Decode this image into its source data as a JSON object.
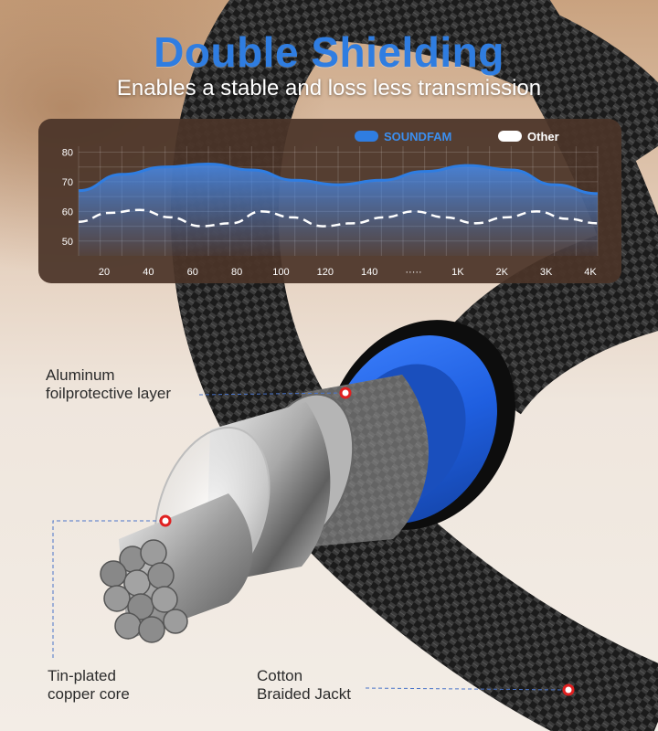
{
  "header": {
    "title": "Double Shielding",
    "subtitle": "Enables a stable and loss less transmission"
  },
  "colors": {
    "accent_blue": "#2f7de1",
    "panel": "#4a3428",
    "cable_dark": "#1a1a1a",
    "ring_blue": "#1f5fe0",
    "marker_red": "#e02020"
  },
  "chart_data": {
    "type": "area",
    "categories": [
      "20",
      "40",
      "60",
      "80",
      "100",
      "120",
      "140",
      "·····",
      "1K",
      "2K",
      "3K",
      "4K"
    ],
    "yticks": [
      "80",
      "70",
      "60",
      "50"
    ],
    "ylim": [
      45,
      82
    ],
    "grid": true,
    "legend_position": "top-right",
    "series": [
      {
        "name": "SOUNDFAM",
        "color": "#2f7de1",
        "style": "filled-area",
        "values": [
          67,
          72.5,
          75,
          76,
          74,
          70.5,
          69,
          70.5,
          73.5,
          75.5,
          74,
          69,
          66
        ]
      },
      {
        "name": "Other",
        "color": "#ffffff",
        "style": "dashed-line",
        "values": [
          56.5,
          59.5,
          60.5,
          58,
          55,
          56,
          60,
          58,
          55,
          56,
          58,
          60,
          58,
          56,
          58,
          60,
          57.5,
          56
        ]
      }
    ]
  },
  "callouts": {
    "aluminum": {
      "line1": "Aluminum",
      "line2": "foilprotective layer"
    },
    "tin": {
      "line1": "Tin-plated",
      "line2": "copper core"
    },
    "cotton": {
      "line1": "Cotton",
      "line2": "Braided Jackt"
    }
  },
  "icons": {
    "marker": "red-dot-marker-icon"
  }
}
